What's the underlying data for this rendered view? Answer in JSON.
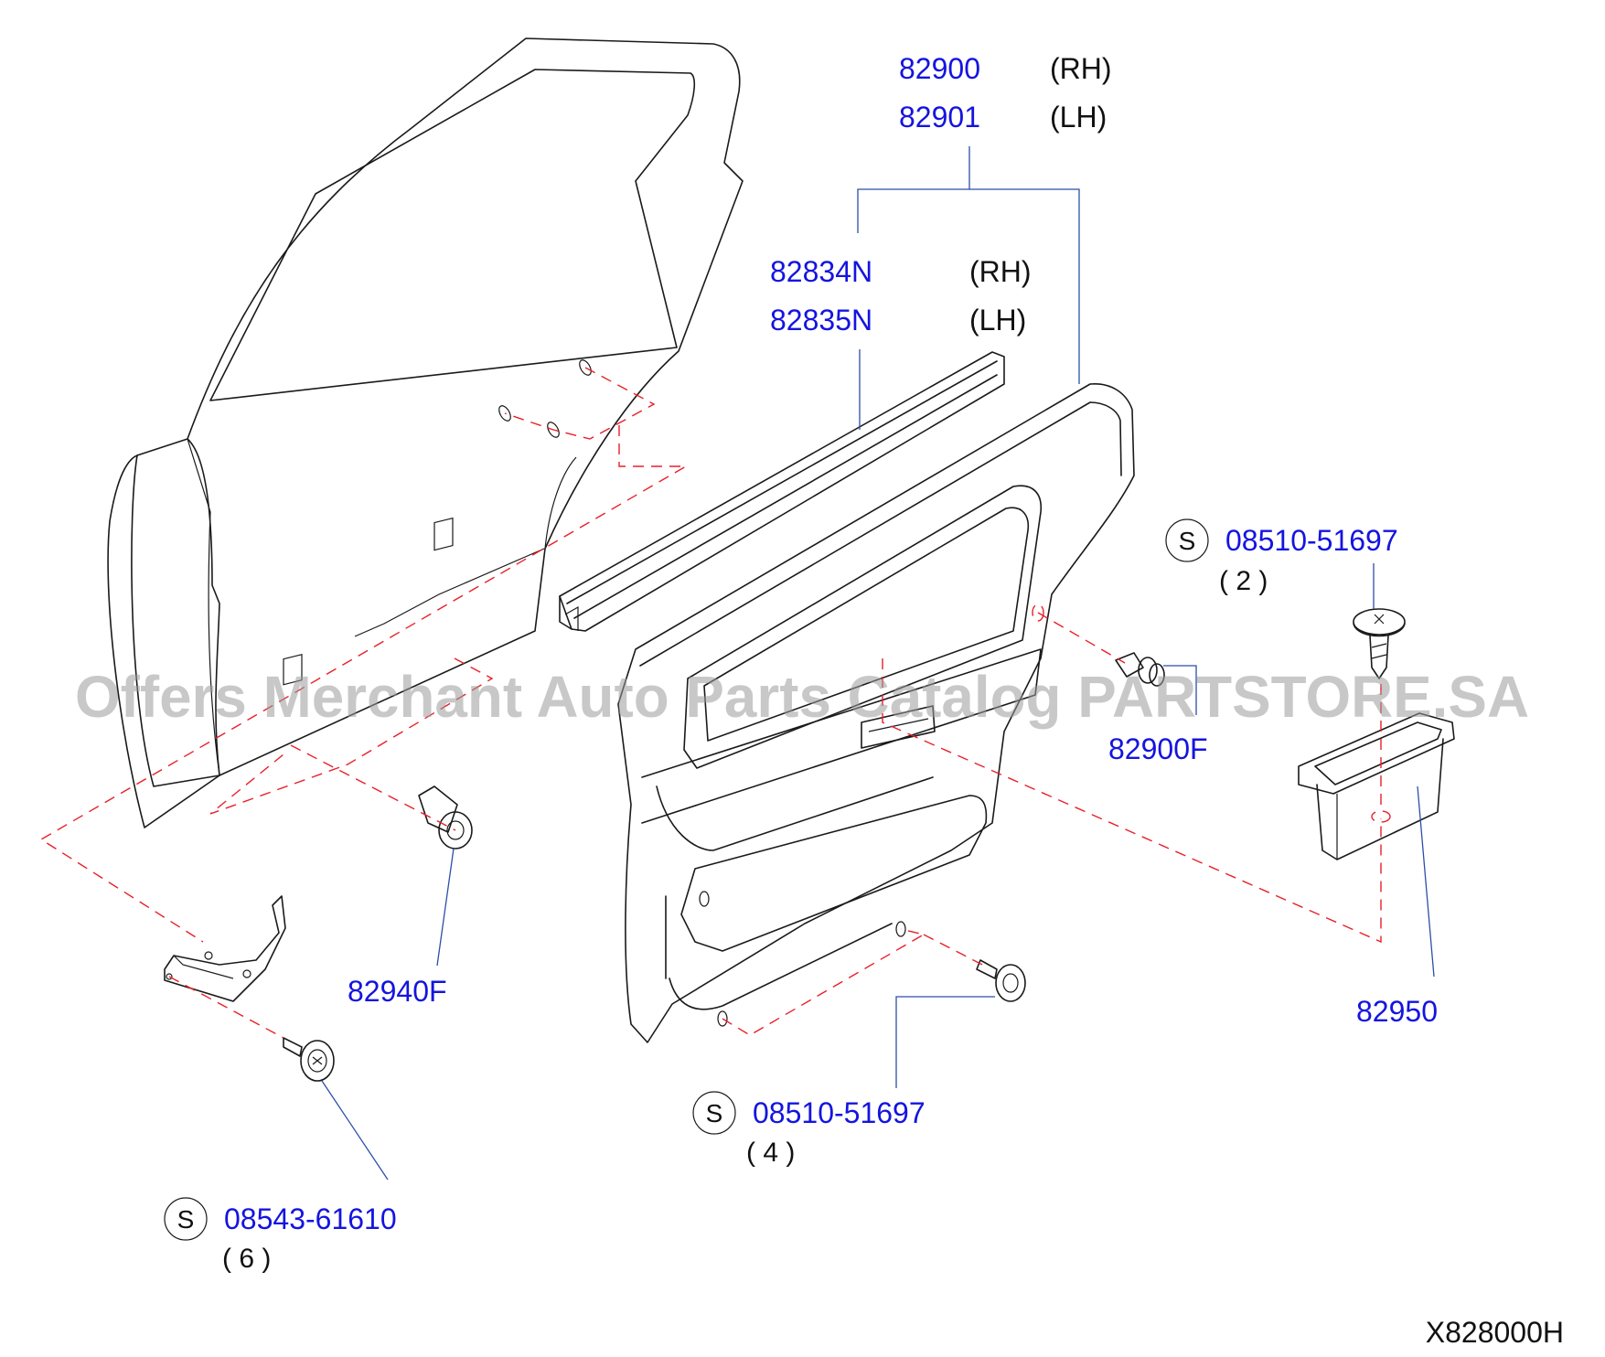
{
  "callouts": {
    "trim_rh": {
      "part": "82900",
      "side": "(RH)"
    },
    "trim_lh": {
      "part": "82901",
      "side": "(LH)"
    },
    "seal_rh": {
      "part": "82834N",
      "side": "(RH)"
    },
    "seal_lh": {
      "part": "82835N",
      "side": "(LH)"
    },
    "screw_pocket": {
      "symbol": "S",
      "part": "08510-51697",
      "qty": "( 2 )"
    },
    "clip_f": {
      "part": "82900F"
    },
    "pocket": {
      "part": "82950"
    },
    "grommet": {
      "part": "82940F"
    },
    "screw_lower": {
      "symbol": "S",
      "part": "08510-51697",
      "qty": "( 4 )"
    },
    "screw_bracket": {
      "symbol": "S",
      "part": "08543-61610",
      "qty": "( 6 )"
    }
  },
  "watermark": "Offers Merchant Auto Parts Catalog PARTSTORE.SA",
  "diagram_code": "X828000H",
  "colors": {
    "part_number": "#1414e0",
    "phantom_line": "#e8202a",
    "leader_line": "#2b4fa8",
    "outline": "#1a1a1a"
  }
}
